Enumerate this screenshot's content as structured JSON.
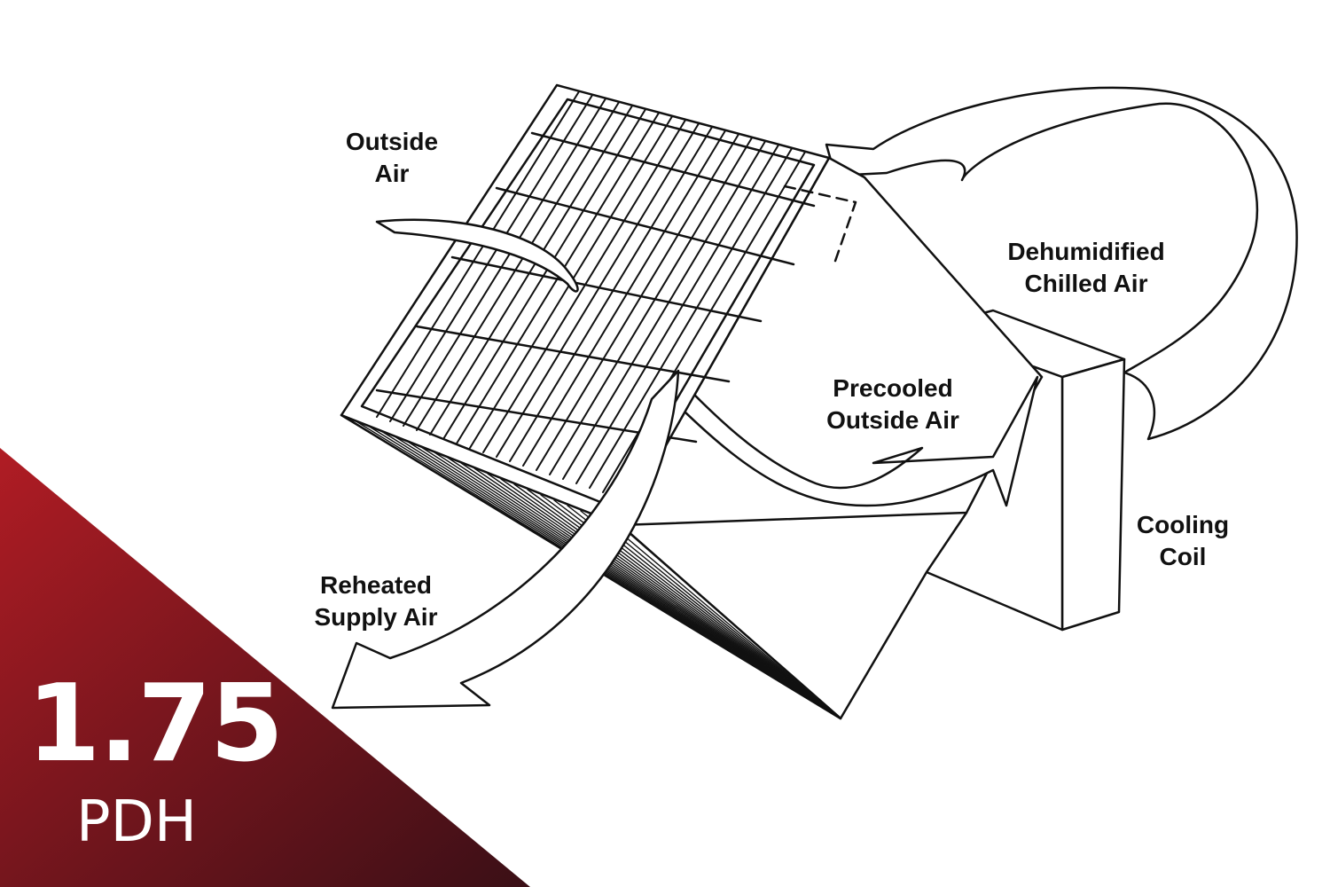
{
  "labels": {
    "outside_air": [
      "Outside",
      "Air"
    ],
    "dehumidified_chilled_air": [
      "Dehumidified",
      "Chilled Air"
    ],
    "precooled_outside_air": [
      "Precooled",
      "Outside Air"
    ],
    "cooling_coil": [
      "Cooling",
      "Coil"
    ],
    "reheated_supply_air": [
      "Reheated",
      "Supply Air"
    ]
  },
  "badge": {
    "value": "1.75",
    "unit": "PDH",
    "color_light": "#b01c24",
    "color_dark": "#3a0f16"
  },
  "colors": {
    "line": "#111111",
    "background": "#ffffff"
  }
}
